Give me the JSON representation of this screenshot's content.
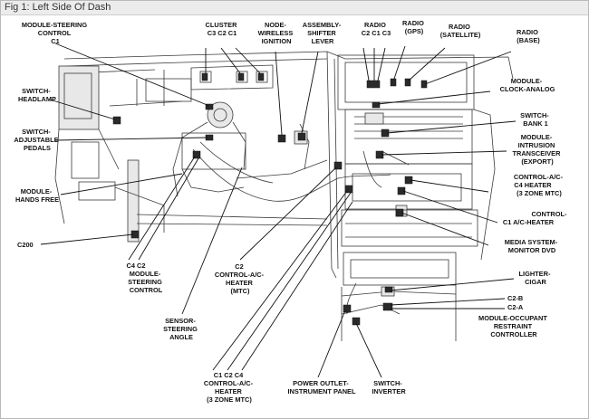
{
  "header": {
    "title": "Fig 1: Left Side Of Dash"
  },
  "labels": {
    "module_steering_control": [
      "MODULE-STEERING",
      "CONTROL",
      "C1"
    ],
    "switch_headlamp": [
      "SWITCH-",
      "HEADLAMP"
    ],
    "switch_adjustable_pedals": [
      "SWITCH-",
      "ADJUSTABLE",
      "PEDALS"
    ],
    "module_hands_free": [
      "MODULE-",
      "HANDS FREE"
    ],
    "c200": [
      "C200"
    ],
    "cluster": [
      "CLUSTER",
      "C3 C2 C1"
    ],
    "node_wireless_ignition": [
      "NODE-",
      "WIRELESS",
      "IGNITION"
    ],
    "assembly_shifter_lever": [
      "ASSEMBLY-",
      "SHIFTER",
      "LEVER"
    ],
    "radio": [
      "RADIO",
      "C2 C1 C3"
    ],
    "radio_gps": [
      "RADIO",
      "(GPS)"
    ],
    "radio_satellite": [
      "RADIO",
      "(SATELLITE)"
    ],
    "radio_base": [
      "RADIO",
      "(BASE)"
    ],
    "module_clock_analog": [
      "MODULE-",
      "CLOCK-ANALOG"
    ],
    "switch_bank_1": [
      "SWITCH-",
      "BANK 1"
    ],
    "module_intrusion_transceiver": [
      "MODULE-",
      "INTRUSION",
      "TRANSCEIVER",
      "(EXPORT)"
    ],
    "control_ac_heater_c4": [
      "CONTROL-A/C-",
      "C4 HEATER",
      "(3 ZONE MTC)"
    ],
    "control_ac_heater_c1": [
      "CONTROL-",
      "C1   A/C-HEATER"
    ],
    "media_system_monitor": [
      "MEDIA SYSTEM-",
      "MONITOR DVD"
    ],
    "lighter_cigar": [
      "LIGHTER-",
      "CIGAR"
    ],
    "c2b_c2a": [
      "C2-B",
      "C2-A"
    ],
    "module_occupant_restraint": [
      "MODULE-OCCUPANT",
      "RESTRAINT",
      "CONTROLLER"
    ],
    "module_steering_control_c4c2": [
      "C4 C2",
      "MODULE-",
      "STEERING",
      "CONTROL"
    ],
    "sensor_steering_angle": [
      "SENSOR-",
      "STEERING",
      "ANGLE"
    ],
    "control_ac_heater_mtc": [
      "C2",
      "CONTROL-A/C-",
      "HEATER",
      "(MTC)"
    ],
    "control_ac_heater_3zone": [
      "C1  C2  C4",
      "CONTROL-A/C-",
      "HEATER",
      "(3 ZONE MTC)"
    ],
    "power_outlet": [
      "POWER OUTLET-",
      "INSTRUMENT PANEL"
    ],
    "switch_inverter": [
      "SWITCH-",
      "INVERTER"
    ]
  }
}
